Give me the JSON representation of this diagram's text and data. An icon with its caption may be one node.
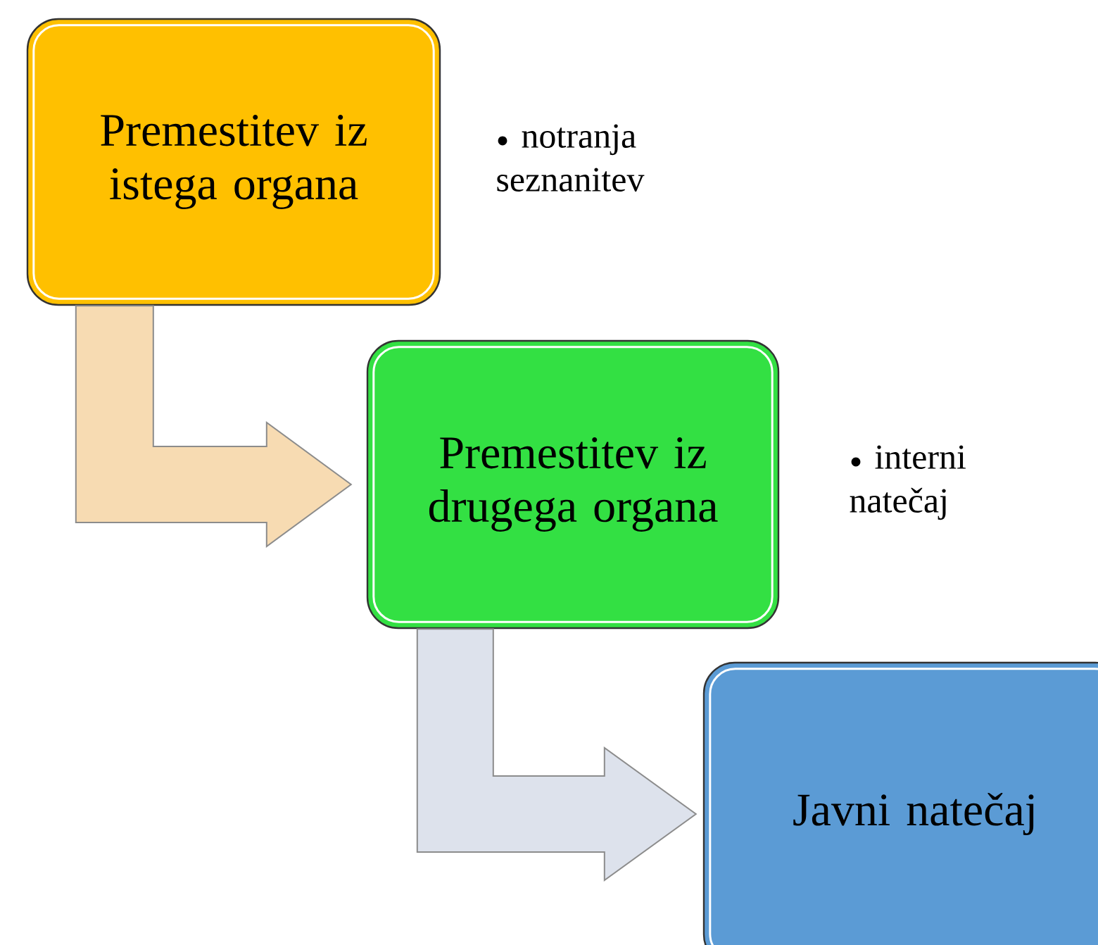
{
  "diagram": {
    "nodes": [
      {
        "text": [
          "Premestitev iz istega organa"
        ],
        "beside": [
          "notranja seznanitev"
        ]
      },
      {
        "text": [
          "Premestitev iz drugega organa"
        ],
        "beside": [
          "interni natečaj"
        ]
      },
      {
        "text": [
          "Javni natečaj"
        ]
      }
    ],
    "edges": [
      {
        "from": 0,
        "to": 1,
        "arrow": "to",
        "color": "#f7dbb2"
      },
      {
        "from": 1,
        "to": 2,
        "arrow": "to",
        "color": "#dde2ec"
      }
    ]
  }
}
